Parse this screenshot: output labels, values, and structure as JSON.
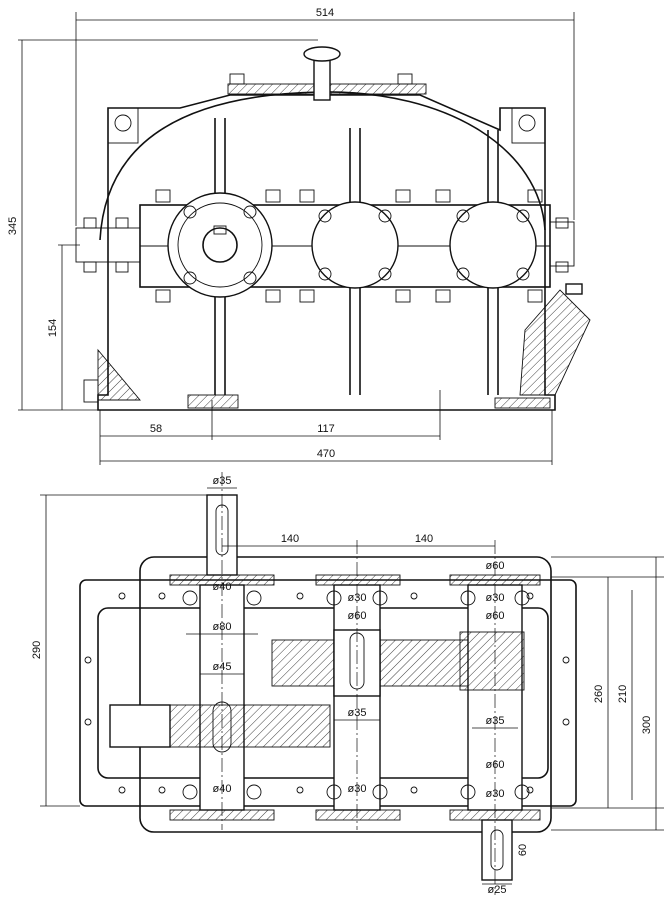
{
  "elevation": {
    "overall_width": "514",
    "total_height": "345",
    "center_height": "154",
    "dim_58": "58",
    "dim_117": "117",
    "base_length": "470"
  },
  "plan": {
    "input_diameter": "ø35",
    "center_distance_1": "140",
    "center_distance_2": "140",
    "bearing_top_1": "ø40",
    "hub_1": "ø80",
    "shaft_1": "ø45",
    "bearing_bottom_1": "ø40",
    "bearing_top_2": "ø30",
    "bearing_mid_2": "ø60",
    "shaft_2": "ø35",
    "bearing_bottom_2": "ø30",
    "bearing_top_3a": "ø60",
    "bearing_top_3b": "ø30",
    "bearing_top_3c": "ø60",
    "shaft_3": "ø35",
    "bearing_bottom_3a": "ø60",
    "bearing_bottom_3b": "ø30",
    "output_diameter": "ø25",
    "output_length": "60",
    "overall_depth": "290",
    "dim_260": "260",
    "dim_210": "210",
    "dim_300": "300"
  }
}
